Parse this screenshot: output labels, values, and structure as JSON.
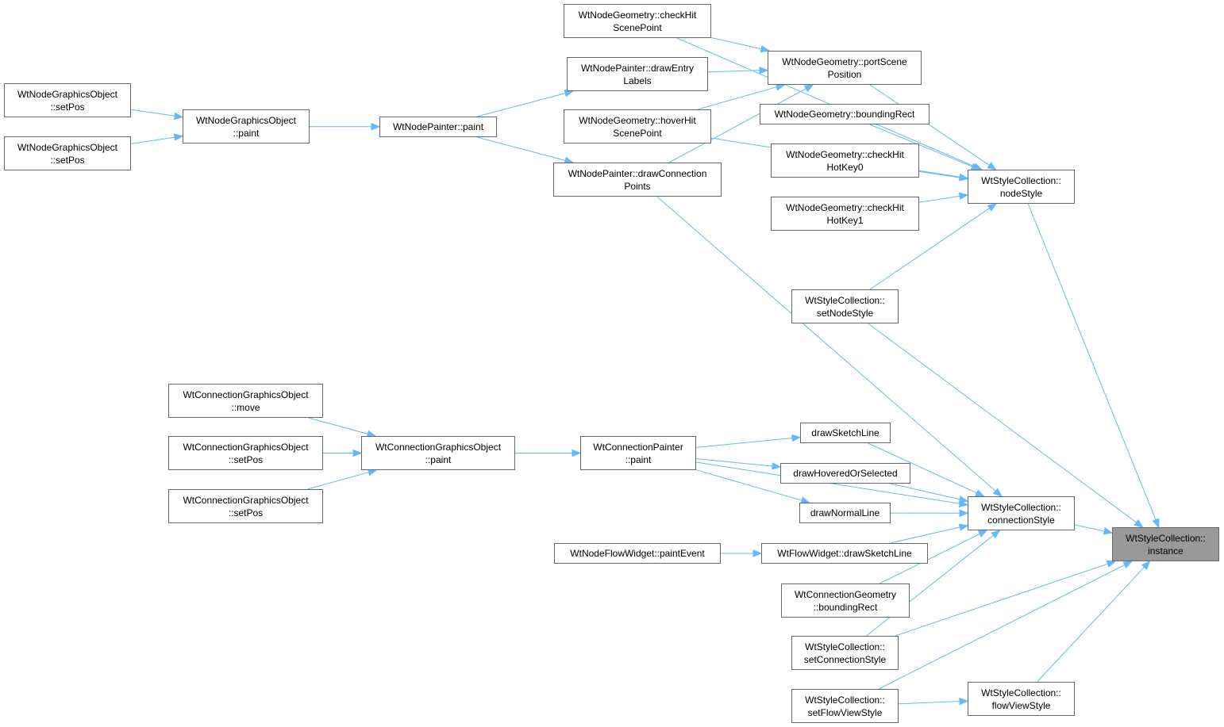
{
  "diagram": {
    "edge_color": "#63b8ff",
    "node_border_color": "#666666",
    "root_fill_color": "#999999",
    "nodes": {
      "instance": {
        "l1": "WtStyleCollection::",
        "l2": "instance"
      },
      "connectionStyle": {
        "l1": "WtStyleCollection::",
        "l2": "connectionStyle"
      },
      "nodeStyle": {
        "l1": "WtStyleCollection::",
        "l2": "nodeStyle"
      },
      "flowViewStyle": {
        "l1": "WtStyleCollection::",
        "l2": "flowViewStyle"
      },
      "setNodeStyle": {
        "l1": "WtStyleCollection::",
        "l2": "setNodeStyle"
      },
      "setConnectionStyle": {
        "l1": "WtStyleCollection::",
        "l2": "setConnectionStyle"
      },
      "setFlowViewStyle": {
        "l1": "WtStyleCollection::",
        "l2": "setFlowViewStyle"
      },
      "checkHitScenePoint": {
        "l1": "WtNodeGeometry::checkHit",
        "l2": "ScenePoint"
      },
      "portScenePosition": {
        "l1": "WtNodeGeometry::portScene",
        "l2": "Position"
      },
      "drawEntryLabels": {
        "l1": "WtNodePainter::drawEntry",
        "l2": "Labels"
      },
      "hoverHitScenePoint": {
        "l1": "WtNodeGeometry::hoverHit",
        "l2": "ScenePoint"
      },
      "nodeBoundingRect": {
        "l1": "WtNodeGeometry::boundingRect"
      },
      "checkHitHotKey0": {
        "l1": "WtNodeGeometry::checkHit",
        "l2": "HotKey0"
      },
      "checkHitHotKey1": {
        "l1": "WtNodeGeometry::checkHit",
        "l2": "HotKey1"
      },
      "drawConnectionPoints": {
        "l1": "WtNodePainter::drawConnection",
        "l2": "Points"
      },
      "nodePainterPaint": {
        "l1": "WtNodePainter::paint"
      },
      "nodeGraphicsPaint": {
        "l1": "WtNodeGraphicsObject",
        "l2": "::paint"
      },
      "nodeSetPos1": {
        "l1": "WtNodeGraphicsObject",
        "l2": "::setPos"
      },
      "nodeSetPos2": {
        "l1": "WtNodeGraphicsObject",
        "l2": "::setPos"
      },
      "drawSketchLine": {
        "l1": "drawSketchLine"
      },
      "drawHoveredOrSelected": {
        "l1": "drawHoveredOrSelected"
      },
      "drawNormalLine": {
        "l1": "drawNormalLine"
      },
      "flowWidgetDrawSketchLine": {
        "l1": "WtFlowWidget::drawSketchLine"
      },
      "nodeFlowPaintEvent": {
        "l1": "WtNodeFlowWidget::paintEvent"
      },
      "connGeomBoundingRect": {
        "l1": "WtConnectionGeometry",
        "l2": "::boundingRect"
      },
      "connPainterPaint": {
        "l1": "WtConnectionPainter",
        "l2": "::paint"
      },
      "connGraphicsPaint": {
        "l1": "WtConnectionGraphicsObject",
        "l2": "::paint"
      },
      "connMove": {
        "l1": "WtConnectionGraphicsObject",
        "l2": "::move"
      },
      "connSetPos1": {
        "l1": "WtConnectionGraphicsObject",
        "l2": "::setPos"
      },
      "connSetPos2": {
        "l1": "WtConnectionGraphicsObject",
        "l2": "::setPos"
      }
    },
    "edges": [
      [
        "connectionStyle",
        "instance"
      ],
      [
        "nodeStyle",
        "instance"
      ],
      [
        "flowViewStyle",
        "instance"
      ],
      [
        "setNodeStyle",
        "instance"
      ],
      [
        "setConnectionStyle",
        "instance"
      ],
      [
        "setFlowViewStyle",
        "instance"
      ],
      [
        "setFlowViewStyle",
        "flowViewStyle"
      ],
      [
        "checkHitScenePoint",
        "nodeStyle"
      ],
      [
        "portScenePosition",
        "nodeStyle"
      ],
      [
        "nodeBoundingRect",
        "nodeStyle"
      ],
      [
        "checkHitHotKey0",
        "nodeStyle"
      ],
      [
        "checkHitHotKey1",
        "nodeStyle"
      ],
      [
        "hoverHitScenePoint",
        "nodeStyle"
      ],
      [
        "setNodeStyle",
        "nodeStyle"
      ],
      [
        "checkHitScenePoint",
        "portScenePosition"
      ],
      [
        "drawEntryLabels",
        "portScenePosition"
      ],
      [
        "hoverHitScenePoint",
        "portScenePosition"
      ],
      [
        "drawConnectionPoints",
        "portScenePosition"
      ],
      [
        "nodePainterPaint",
        "drawEntryLabels"
      ],
      [
        "nodePainterPaint",
        "drawConnectionPoints"
      ],
      [
        "nodeGraphicsPaint",
        "nodePainterPaint"
      ],
      [
        "nodeSetPos1",
        "nodeGraphicsPaint"
      ],
      [
        "nodeSetPos2",
        "nodeGraphicsPaint"
      ],
      [
        "drawConnectionPoints",
        "connectionStyle"
      ],
      [
        "connPainterPaint",
        "connectionStyle"
      ],
      [
        "drawSketchLine",
        "connectionStyle"
      ],
      [
        "drawHoveredOrSelected",
        "connectionStyle"
      ],
      [
        "drawNormalLine",
        "connectionStyle"
      ],
      [
        "flowWidgetDrawSketchLine",
        "connectionStyle"
      ],
      [
        "connGeomBoundingRect",
        "connectionStyle"
      ],
      [
        "setConnectionStyle",
        "connectionStyle"
      ],
      [
        "connPainterPaint",
        "drawSketchLine"
      ],
      [
        "connPainterPaint",
        "drawHoveredOrSelected"
      ],
      [
        "connPainterPaint",
        "drawNormalLine"
      ],
      [
        "nodeFlowPaintEvent",
        "flowWidgetDrawSketchLine"
      ],
      [
        "connGraphicsPaint",
        "connPainterPaint"
      ],
      [
        "connMove",
        "connGraphicsPaint"
      ],
      [
        "connSetPos1",
        "connGraphicsPaint"
      ],
      [
        "connSetPos2",
        "connGraphicsPaint"
      ]
    ]
  }
}
